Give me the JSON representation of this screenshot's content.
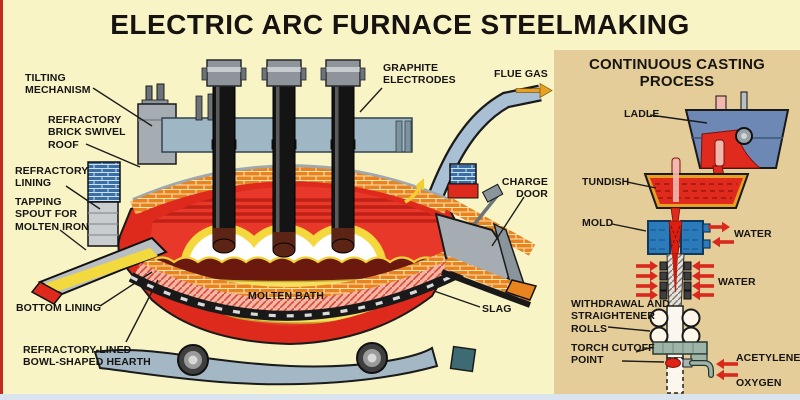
{
  "title": "ELECTRIC ARC FURNACE STEELMAKING",
  "furnace": {
    "labels": {
      "tilting_mechanism": "TILTING\nMECHANISM",
      "refractory_brick_swivel_roof": "REFRACTORY\nBRICK SWIVEL\nROOF",
      "refractory_lining": "REFRACTORY\nLINING",
      "tapping_spout": "TAPPING\nSPOUT FOR\nMOLTEN IRON",
      "bottom_lining": "BOTTOM LINING",
      "bowl_hearth": "REFRACTORY-LINED\nBOWL-SHAPED HEARTH",
      "graphite_electrodes": "GRAPHITE\nELECTRODES",
      "flue_gas": "FLUE GAS",
      "charge_door": "CHARGE\nDOOR",
      "molten_bath": "MOLTEN BATH",
      "slag": "SLAG"
    }
  },
  "casting_panel": {
    "title": "CONTINUOUS CASTING\nPROCESS",
    "labels": {
      "ladle": "LADLE",
      "tundish": "TUNDISH",
      "mold": "MOLD",
      "water_mold": "WATER",
      "water_spray": "WATER",
      "withdrawal_rolls": "WITHDRAWAL AND\nSTRAIGHTENER\nROLLS",
      "torch_cutoff": "TORCH CUTOFF\nPOINT",
      "acetylene": "ACETYLENE",
      "oxygen": "OXYGEN"
    }
  },
  "colors": {
    "background": "#F8F4C6",
    "panel_background": "#E4CD98",
    "shell_red": "#DD2A1C",
    "brick_orange": "#E8831D",
    "molten_yellow": "#F2DF5A",
    "slag_maroon": "#6B190E",
    "mold_blue": "#2B7BBB",
    "ladle_blue": "#6E88B6",
    "duct_gray_blue": "#A9BFD4",
    "arrow_red": "#D9291C",
    "flue_arrow_orange": "#E8A020"
  }
}
